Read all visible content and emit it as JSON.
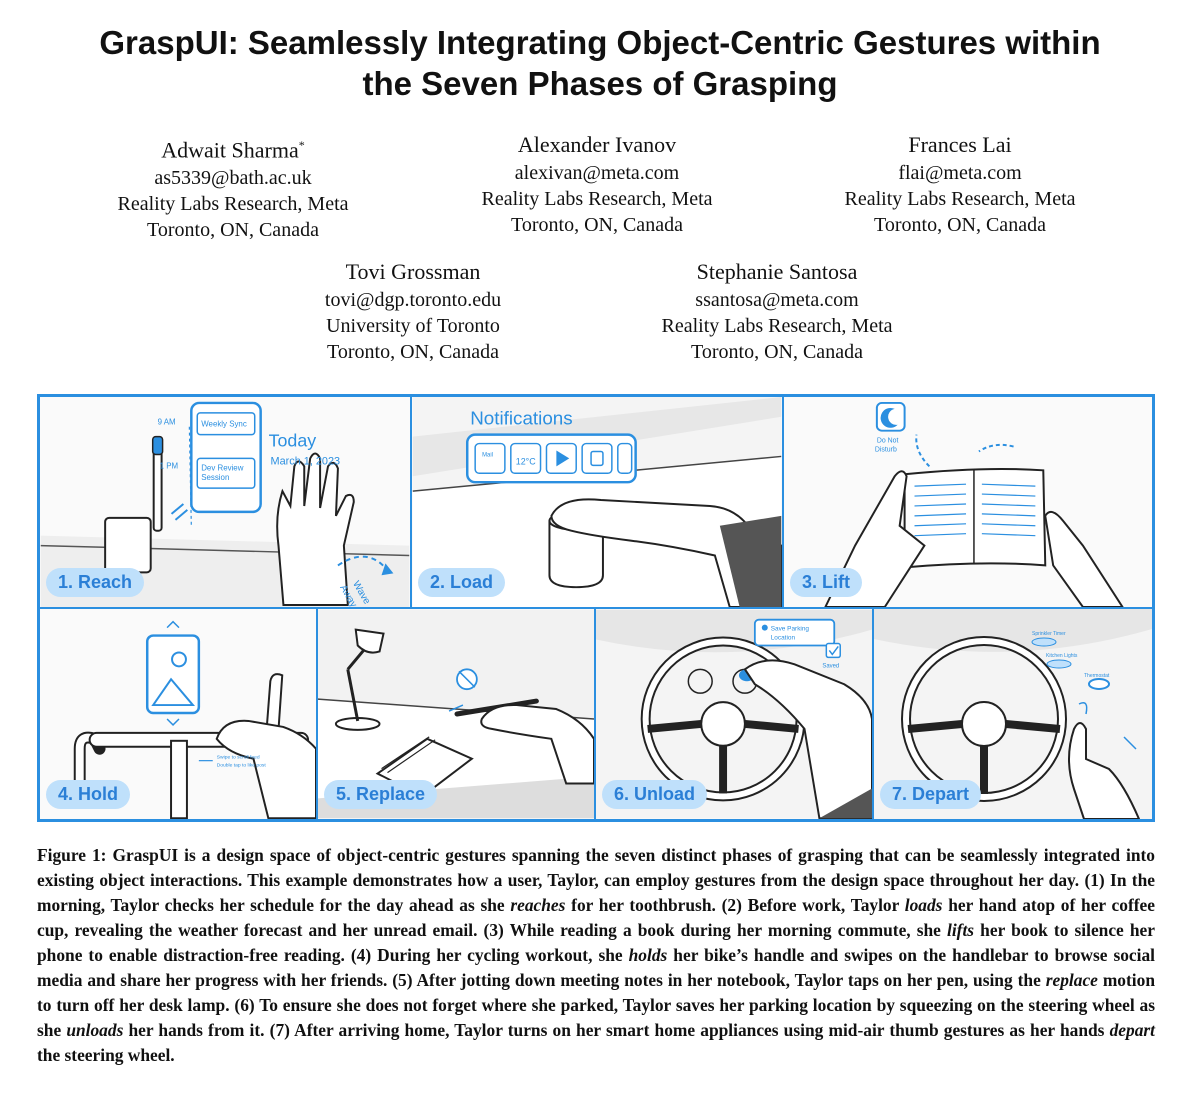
{
  "title_line1": "GraspUI: Seamlessly Integrating Object-Centric Gestures within",
  "title_line2": "the Seven Phases of Grasping",
  "authors": [
    {
      "name": "Adwait Sharma",
      "mark": "*",
      "email": "as5339@bath.ac.uk",
      "affiliation": "Reality Labs Research, Meta",
      "location": "Toronto, ON, Canada"
    },
    {
      "name": "Alexander Ivanov",
      "email": "alexivan@meta.com",
      "affiliation": "Reality Labs Research, Meta",
      "location": "Toronto, ON, Canada"
    },
    {
      "name": "Frances Lai",
      "email": "flai@meta.com",
      "affiliation": "Reality Labs Research, Meta",
      "location": "Toronto, ON, Canada"
    },
    {
      "name": "Tovi Grossman",
      "email": "tovi@dgp.toronto.edu",
      "affiliation": "University of Toronto",
      "location": "Toronto, ON, Canada"
    },
    {
      "name": "Stephanie Santosa",
      "email": "ssantosa@meta.com",
      "affiliation": "Reality Labs Research, Meta",
      "location": "Toronto, ON, Canada"
    }
  ],
  "panels": {
    "reach": {
      "label": "1. Reach",
      "time_9am": "9 AM",
      "time_1pm": "1 PM",
      "event1": "Weekly Sync",
      "event2_line1": "Dev Review",
      "event2_line2": "Session",
      "today": "Today",
      "date": "March 1, 2023",
      "wave1": "Wave",
      "wave2": "Away"
    },
    "load": {
      "label": "2. Load",
      "notifications": "Notifications",
      "mail": "Mail",
      "temp": "12°C"
    },
    "lift": {
      "label": "3. Lift",
      "dnd1": "Do Not",
      "dnd2": "Disturb"
    },
    "hold": {
      "label": "4. Hold",
      "hint1": "Swipe to scroll feed",
      "hint2": "Double tap to like post"
    },
    "replace": {
      "label": "5. Replace"
    },
    "unload": {
      "label": "6. Unload",
      "save1": "Save Parking",
      "save2": "Location",
      "saved": "Saved"
    },
    "depart": {
      "label": "7. Depart",
      "item1": "Sprinkler Timer",
      "item2": "Kitchen Lights",
      "item3": "Thermostat"
    }
  },
  "caption": {
    "s1": "Figure 1: GraspUI is a design space of object-centric gestures spanning the seven distinct phases of grasping that can be seamlessly integrated into existing object interactions. This example demonstrates how a user, Taylor, can employ gestures from the design space throughout her day. (1) In the morning, Taylor checks her schedule for the day ahead as she ",
    "e1": "reaches",
    "s2": " for her toothbrush. (2) Before work, Taylor ",
    "e2": "loads",
    "s3": " her hand atop of her coffee cup, revealing the weather forecast and her unread email. (3) While reading a book during her morning commute, she ",
    "e3": "lifts",
    "s4": " her book to silence her phone to enable distraction-free reading. (4) During her cycling workout, she ",
    "e4": "holds",
    "s5": " her bike’s handle and swipes on the handlebar to browse social media and share her progress with her friends. (5) After jotting down meeting notes in her notebook, Taylor taps on her pen, using the ",
    "e5": "replace",
    "s6": " motion to turn off her desk lamp. (6) To ensure she does not forget where she parked, Taylor saves her parking location by squeezing on the steering wheel as she ",
    "e6": "unloads",
    "s7": " her hands from it. (7) After arriving home, Taylor turns on her smart home appliances using mid-air thumb gestures as her hands ",
    "e7": "depart",
    "s8": " the steering wheel."
  }
}
